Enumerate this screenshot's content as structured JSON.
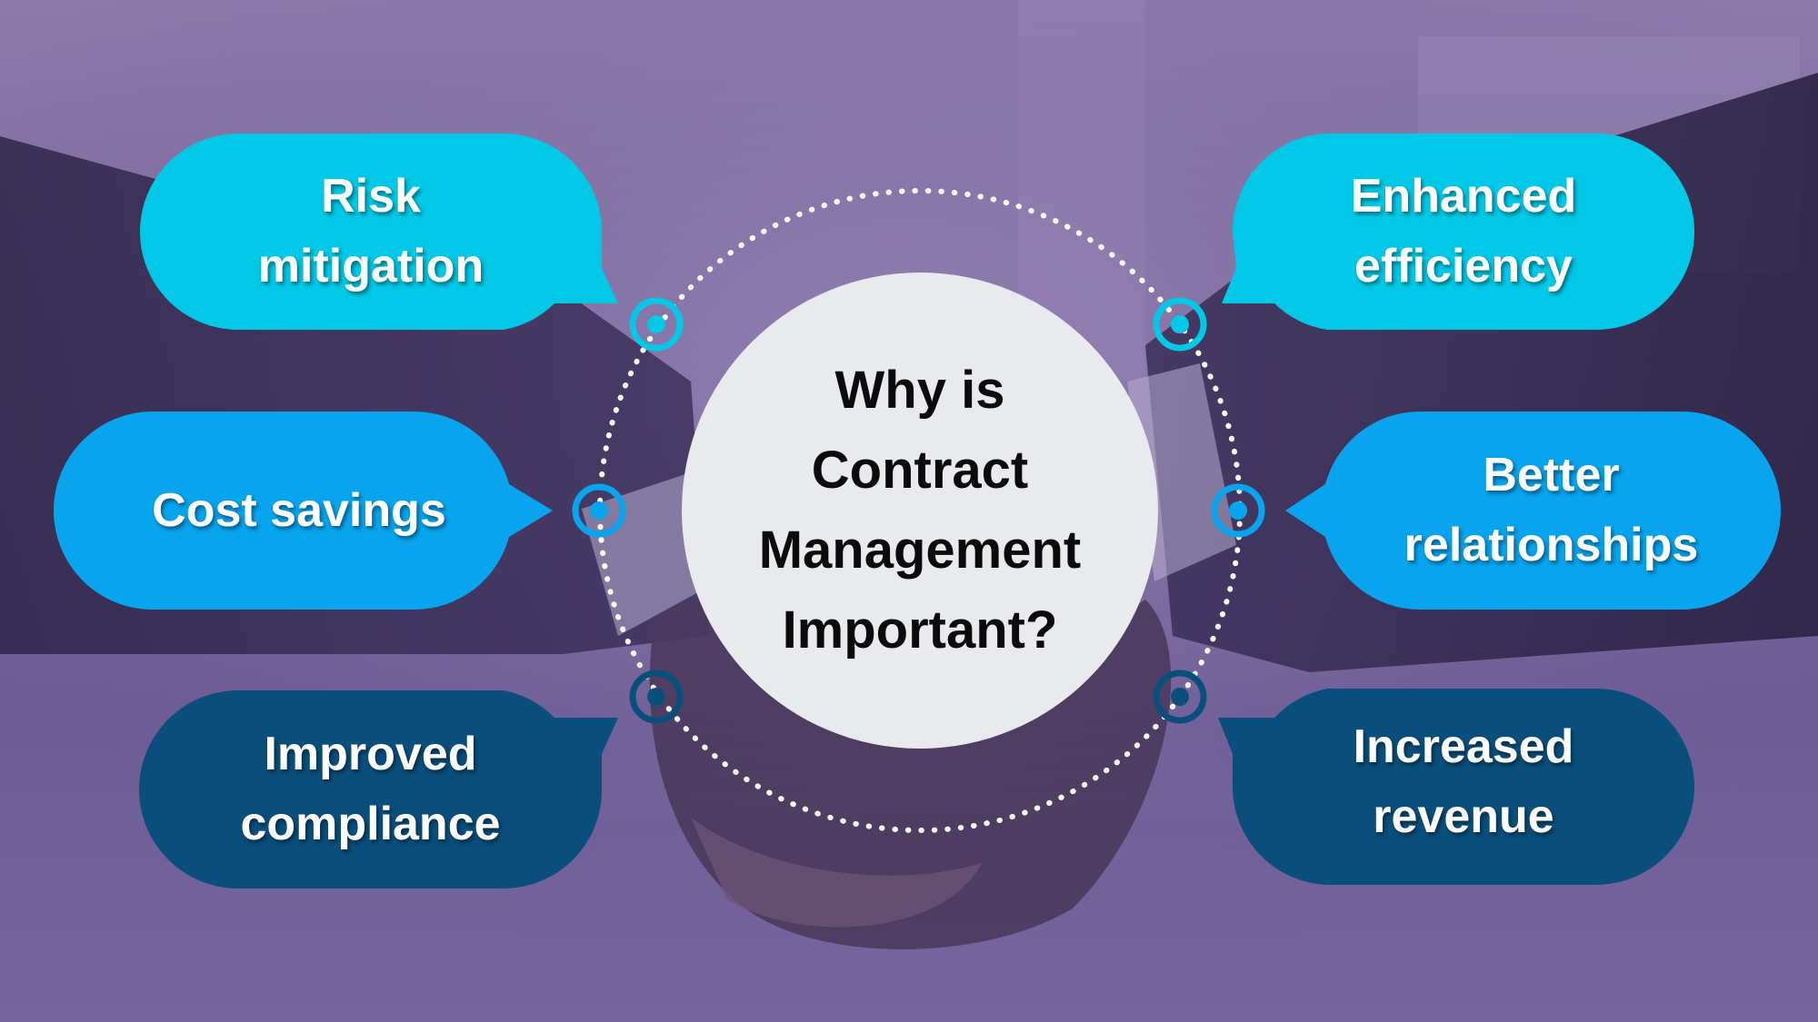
{
  "center": {
    "lines": [
      "Why is",
      "Contract",
      "Management",
      "Important?"
    ]
  },
  "bubbles": [
    {
      "id": "risk-mitigation",
      "lines": [
        "Risk",
        "mitigation"
      ],
      "color": "#00c8e6"
    },
    {
      "id": "cost-savings",
      "lines": [
        "Cost savings"
      ],
      "color": "#08a4ee"
    },
    {
      "id": "improved-compliance",
      "lines": [
        "Improved",
        "compliance"
      ],
      "color": "#0a4f7c"
    },
    {
      "id": "enhanced-efficiency",
      "lines": [
        "Enhanced",
        "efficiency"
      ],
      "color": "#00c8e6"
    },
    {
      "id": "better-relationships",
      "lines": [
        "Better",
        "relationships"
      ],
      "color": "#08a4ee"
    },
    {
      "id": "increased-revenue",
      "lines": [
        "Increased",
        "revenue"
      ],
      "color": "#0a4f7c"
    }
  ],
  "colors": {
    "center_fill": "#e9eaed",
    "dotted_ring": "#ffffff",
    "background_tint": "#7c6a9f"
  }
}
